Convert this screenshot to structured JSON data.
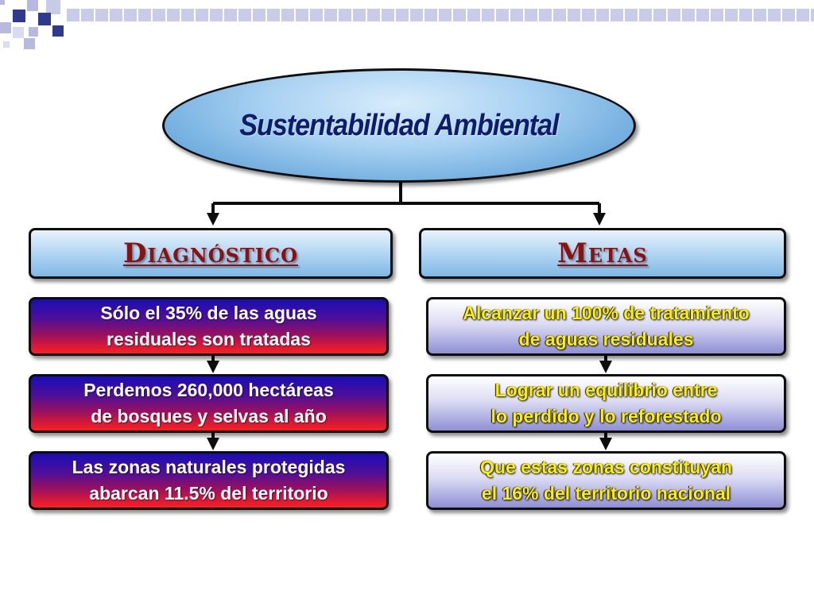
{
  "title": "Sustentabilidad Ambiental",
  "columns": {
    "left": {
      "header": "Diagnóstico",
      "items": [
        {
          "line1": "Sólo el 35% de las aguas",
          "line2": "residuales son tratadas"
        },
        {
          "line1": "Perdemos 260,000 hectáreas",
          "line2": "de bosques y selvas al año"
        },
        {
          "line1": "Las zonas naturales protegidas",
          "line2": "abarcan 11.5% del territorio"
        }
      ]
    },
    "right": {
      "header": "Metas",
      "items": [
        {
          "line1": "Alcanzar un 100% de tratamiento",
          "line2": "de aguas residuales"
        },
        {
          "line1": "Lograr un equilibrio entre",
          "line2": "lo perdido y lo reforestado"
        },
        {
          "line1": "Que estas zonas constituyan",
          "line2": "el 16% del territorio nacional"
        }
      ]
    }
  },
  "colors": {
    "title_text": "#0e1d6a",
    "header_text": "#8b1010",
    "left_item_text": "#ffffff",
    "right_item_text": "#fff000",
    "decor_navy": "#2f3a8f",
    "decor_lavender": "#b7b9e0"
  }
}
